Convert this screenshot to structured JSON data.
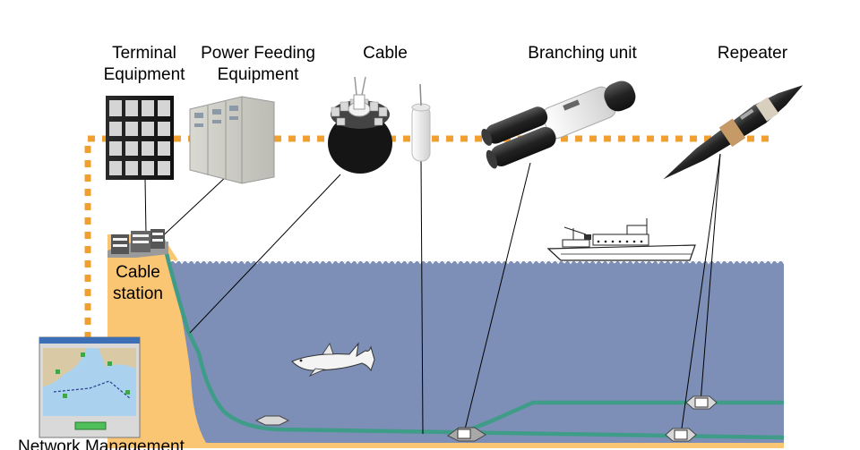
{
  "labels": {
    "terminal_equipment": [
      "Terminal",
      "Equipment"
    ],
    "power_feeding_equipment": [
      "Power Feeding",
      "Equipment"
    ],
    "cable": "Cable",
    "branching_unit": "Branching unit",
    "repeater": "Repeater",
    "cable_station": [
      "Cable",
      "station"
    ],
    "network_management": "Network Management"
  },
  "colors": {
    "sea": "#7d8fb6",
    "seabed": "#fbc673",
    "cable_line": "#3f9c89",
    "dotted_boundary": "#f0a030",
    "callout_line": "#000000"
  },
  "icons": [
    "terminal-equipment-rack-icon",
    "power-feeding-cabinet-icon",
    "cable-cross-section-icon",
    "cable-end-icon",
    "branching-unit-icon",
    "repeater-icon",
    "cable-station-building-icon",
    "ship-icon",
    "shark-icon",
    "network-management-screen-icon"
  ]
}
